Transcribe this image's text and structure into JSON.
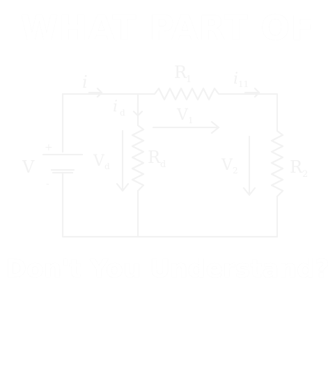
{
  "poster": {
    "title": "WHAT PART OF",
    "tagline": "Don't You Understand?",
    "colors": {
      "background": "#ffffff",
      "ink": "#ffffff",
      "outline": "#f2f2f2"
    }
  },
  "circuit": {
    "source": {
      "label": "V",
      "plus": "+",
      "minus": "-"
    },
    "currents": {
      "total": "i",
      "branch_d": "i",
      "branch_d_sub": "d",
      "branch_11": "i",
      "branch_11_sub": "11"
    },
    "resistors": {
      "r1": {
        "label": "R",
        "sub": "1"
      },
      "rd": {
        "label": "R",
        "sub": "d"
      },
      "r2": {
        "label": "R",
        "sub": "2"
      }
    },
    "voltages": {
      "v1": {
        "label": "V",
        "sub": "1"
      },
      "vd": {
        "label": "V",
        "sub": "d"
      },
      "v2": {
        "label": "V",
        "sub": "2"
      }
    }
  }
}
